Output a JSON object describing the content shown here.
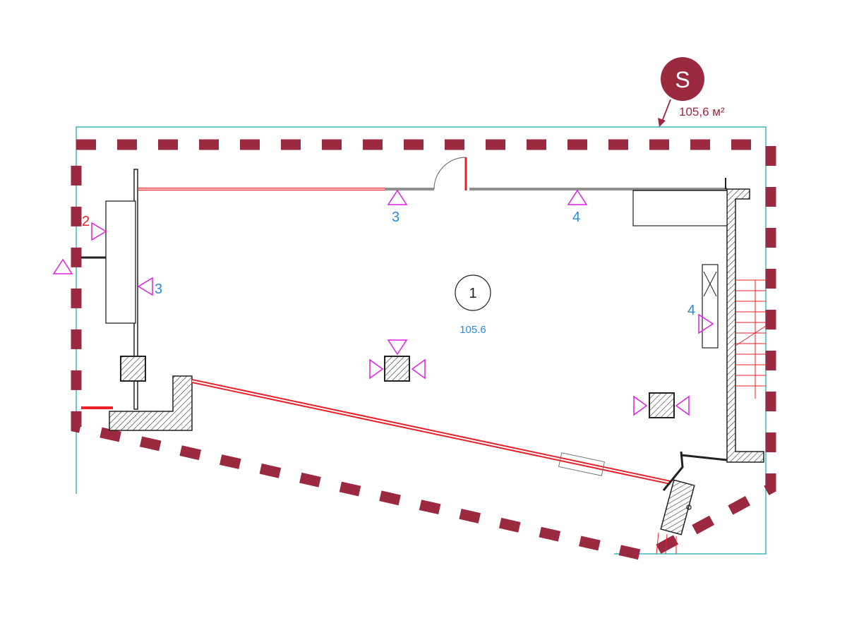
{
  "area_badge": {
    "letter": "S",
    "area": "105,6 м²"
  },
  "room": {
    "number": "1",
    "area": "105.6"
  },
  "view_markers": [
    {
      "label": "2",
      "color": "#e8202a"
    },
    {
      "label": "3",
      "color": "#2a8ad8"
    },
    {
      "label": "3",
      "color": "#2a8ad8"
    },
    {
      "label": "4",
      "color": "#2a8ad8"
    },
    {
      "label": "4",
      "color": "#2a8ad8"
    }
  ],
  "colors": {
    "boundary": "#9b2a40",
    "lot_line": "#3cbcbc",
    "window": "#e8202a",
    "marker": "#e020e0",
    "label_blue": "#2a8ad8"
  }
}
